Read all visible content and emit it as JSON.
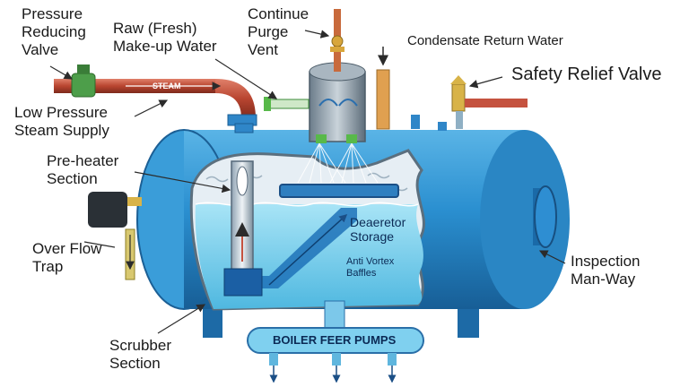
{
  "labels": {
    "pressure_reducing_valve": [
      "Pressure",
      "Reducing",
      "Valve"
    ],
    "raw_makeup_water": [
      "Raw (Fresh)",
      "Make-up Water"
    ],
    "continue_purge_vent": [
      "Continue",
      "Purge",
      "Vent"
    ],
    "condensate_return_water": "Condensate Return Water",
    "safety_relief_valve": "Safety Relief Valve",
    "low_pressure_steam_supply": [
      "Low Pressure",
      "Steam Supply"
    ],
    "pre_heater_section": [
      "Pre-heater",
      "Section"
    ],
    "over_flow_trap": [
      "Over Flow",
      "Trap"
    ],
    "deaerator_storage": [
      "Deaeretor",
      "Storage"
    ],
    "anti_vortex_baffles": [
      "Anti Vortex",
      "Baffles"
    ],
    "inspection_man_way": [
      "Inspection",
      "Man-Way"
    ],
    "scrubber_section": [
      "Scrubber",
      "Section"
    ],
    "boiler_feed_pumps": "BOILER FEER PUMPS",
    "steam_pipe_text": "STEAM"
  },
  "colors": {
    "tank_blue": "#2a8fd0",
    "tank_dark": "#1c6fae",
    "water": "#7fd2ee",
    "steam_pipe": "#c5523f",
    "arrow": "#2b2b2b"
  }
}
